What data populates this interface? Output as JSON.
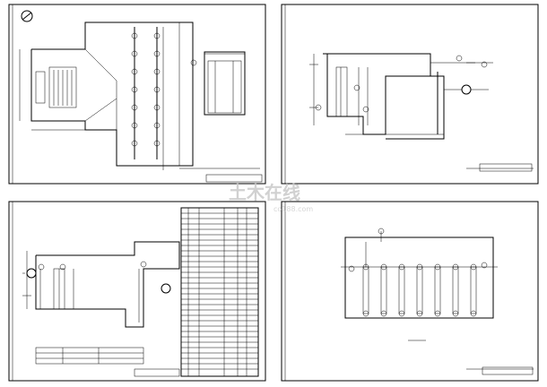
{
  "sheets": [
    {
      "id": "sheet-1",
      "caption": "",
      "title_block": ""
    },
    {
      "id": "sheet-2",
      "caption": "",
      "title_block": ""
    },
    {
      "id": "sheet-3",
      "caption": "",
      "title_block": ""
    },
    {
      "id": "sheet-4",
      "caption": "",
      "title_block": ""
    }
  ],
  "watermark": {
    "text": "土木在线",
    "subtext": "co188.com"
  }
}
